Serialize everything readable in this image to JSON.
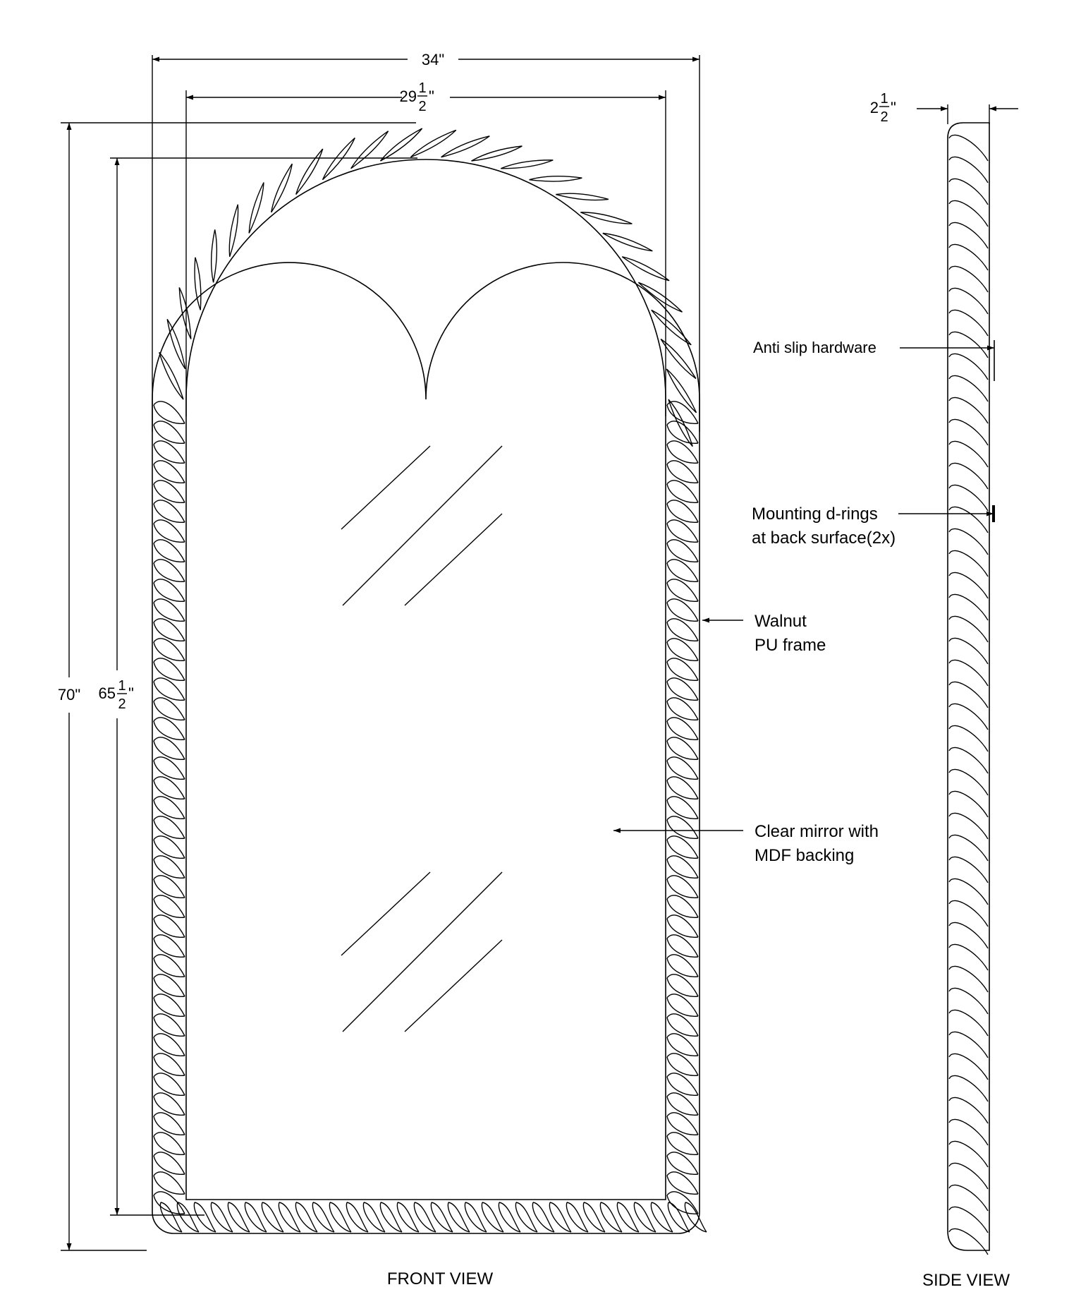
{
  "dimensions": {
    "overall_width": "34\"",
    "inner_width": {
      "whole": "29",
      "num": "1",
      "den": "2",
      "unit": "\""
    },
    "overall_height": "70\"",
    "inner_height": {
      "whole": "65",
      "num": "1",
      "den": "2",
      "unit": "\""
    },
    "depth": {
      "whole": "2",
      "num": "1",
      "den": "2",
      "unit": "\""
    }
  },
  "callouts": {
    "anti_slip": "Anti slip hardware",
    "d_rings_line1": "Mounting d-rings",
    "d_rings_line2": "at back surface(2x)",
    "frame_line1": "Walnut",
    "frame_line2": "PU frame",
    "mirror_line1": "Clear mirror with",
    "mirror_line2": "MDF backing"
  },
  "views": {
    "front": "FRONT VIEW",
    "side": "SIDE VIEW"
  },
  "colors": {
    "line": "#000000",
    "background": "#ffffff"
  }
}
